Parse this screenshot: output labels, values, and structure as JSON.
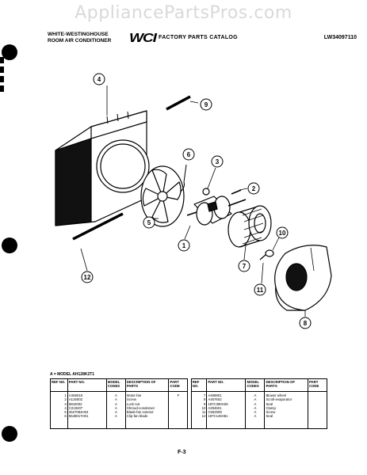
{
  "watermark": "AppliancePartsPros.com",
  "header": {
    "brand_line1": "WHITE-WESTINGHOUSE",
    "brand_line2": "ROOM AIR CONDITIONER",
    "logo": "WCI",
    "catalog_title": "FACTORY PARTS CATALOG",
    "catalog_code": "LW34097110"
  },
  "callouts": [
    "1",
    "2",
    "3",
    "4",
    "5",
    "6",
    "7",
    "8",
    "9",
    "10",
    "11",
    "12"
  ],
  "model_note": "A = MODEL AH128K2T1",
  "table": {
    "headers": {
      "ref": "REF NO.",
      "part": "PART NO.",
      "model": "MODEL CODES",
      "desc": "DESCRIPTION OF PARTS",
      "code": "PART CODE"
    },
    "left_rows": [
      {
        "ref": "1",
        "part": "A469019",
        "model": "A",
        "desc": "Motor-fan",
        "code": "F"
      },
      {
        "ref": "2",
        "part": "A125002",
        "model": "A",
        "desc": "Screw",
        "code": ""
      },
      {
        "ref": "3",
        "part": "5842002",
        "model": "A",
        "desc": "Lock nut",
        "code": ""
      },
      {
        "ref": "4",
        "part": "C219207",
        "model": "A",
        "desc": "Shroud-condenser",
        "code": ""
      },
      {
        "ref": "5",
        "part": "2627084H04",
        "model": "A",
        "desc": "Blade-fan exterior",
        "code": ""
      },
      {
        "ref": "6",
        "part": "5549017H01",
        "model": "A",
        "desc": "Clip-fan blade",
        "code": ""
      }
    ],
    "right_rows": [
      {
        "ref": "7",
        "part": "A459801",
        "model": "A",
        "desc": "Blower wheel",
        "code": ""
      },
      {
        "ref": "8",
        "part": "A457602",
        "model": "A",
        "desc": "Scroll-evaporator",
        "code": ""
      },
      {
        "ref": "9",
        "part": "187C380H28",
        "model": "A",
        "desc": "Seal",
        "code": ""
      },
      {
        "ref": "10",
        "part": "A294601",
        "model": "A",
        "desc": "Clamp",
        "code": ""
      },
      {
        "ref": "11",
        "part": "C502009",
        "model": "A",
        "desc": "Screw",
        "code": ""
      },
      {
        "ref": "12",
        "part": "187C146H61",
        "model": "A",
        "desc": "Seal",
        "code": ""
      }
    ]
  },
  "page_number": "F-3"
}
